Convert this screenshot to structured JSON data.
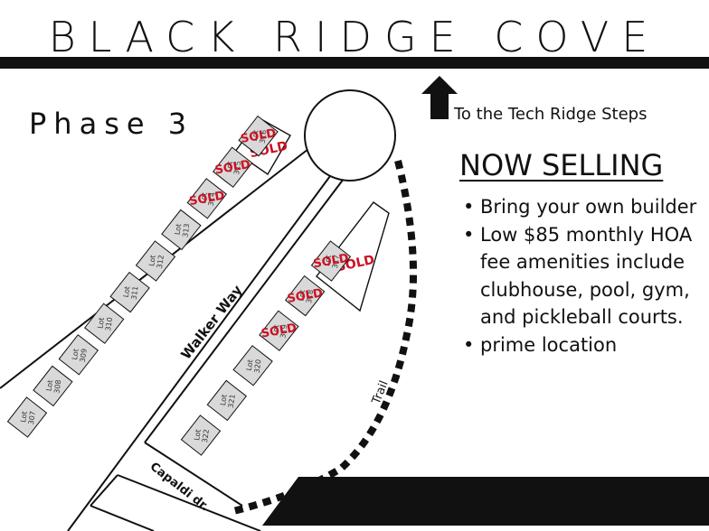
{
  "title": "BLACK RIDGE COVE",
  "phase_label": "Phase 3",
  "direction_text": "To the Tech Ridge Steps",
  "now_selling": "NOW SELLING",
  "bullets": [
    "Bring your own builder",
    "Low $85 monthly HOA fee amenities include clubhouse, pool, gym, and pickleball courts.",
    "prime location"
  ],
  "streets": {
    "walker": "Walker Way",
    "capaldi": "Capaldi dr.",
    "trail": "Trail"
  },
  "sold_label": "SOLD",
  "lots_left": [
    {
      "label": "Lot 307",
      "sold": false
    },
    {
      "label": "Lot 308",
      "sold": false
    },
    {
      "label": "Lot 309",
      "sold": false
    },
    {
      "label": "Lot 310",
      "sold": false
    },
    {
      "label": "Lot 311",
      "sold": false
    },
    {
      "label": "Lot 312",
      "sold": false
    },
    {
      "label": "Lot 313",
      "sold": false
    },
    {
      "label": "Lot 314",
      "sold": true
    },
    {
      "label": "Lot 315",
      "sold": true
    },
    {
      "label": "Lot 316",
      "sold": true
    }
  ],
  "lots_right": [
    {
      "label": "Lot 322",
      "sold": false
    },
    {
      "label": "Lot 321",
      "sold": false
    },
    {
      "label": "Lot 320",
      "sold": false
    },
    {
      "label": "Lot 319",
      "sold": true
    },
    {
      "label": "Lot 318",
      "sold": true
    },
    {
      "label": "Lot 317",
      "sold": true
    }
  ],
  "colors": {
    "ink": "#111111",
    "lot_fill": "#d9d9d9",
    "sold": "#cc1122"
  }
}
